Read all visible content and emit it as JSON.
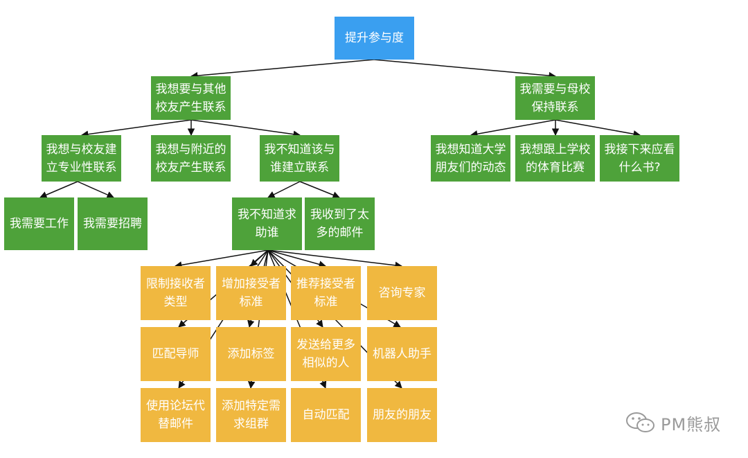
{
  "diagram": {
    "root": "提升参与度",
    "nodes": {
      "alumni_connect": "我想要与其他\n校友产生联系",
      "school_connect": "我需要与母校\n保持联系",
      "professional": "我想与校友建\n立专业性联系",
      "nearby": "我想与附近的\n校友产生联系",
      "dont_know": "我不知道该与\n谁建立联系",
      "need_job": "我需要工作",
      "need_hire": "我需要招聘",
      "help_who": "我不知道求\n助谁",
      "too_many_mail": "我收到了太\n多的邮件",
      "friends_news": "我想知道大学\n朋友们的动态",
      "sports": "我想跟上学校\n的体育比赛",
      "next_book": "我接下来应看\n什么书?"
    },
    "solutions": {
      "limit_type": "限制接收者\n类型",
      "add_criteria": "增加接受者\n标准",
      "recommend_criteria": "推荐接受者\n标准",
      "consult_expert": "咨询专家",
      "match_mentor": "匹配导师",
      "add_tags": "添加标签",
      "send_similar": "发送给更多\n相似的人",
      "robot_assistant": "机器人助手",
      "use_forum": "使用论坛代\n替邮件",
      "special_group": "添加特定需\n求组群",
      "auto_match": "自动匹配",
      "friend_of_friend": "朋友的朋友"
    }
  },
  "watermark": "PM熊叔",
  "colors": {
    "root": "#3a9ff0",
    "problem": "#4ea23a",
    "solution": "#f0b840",
    "edge": "#111111"
  }
}
